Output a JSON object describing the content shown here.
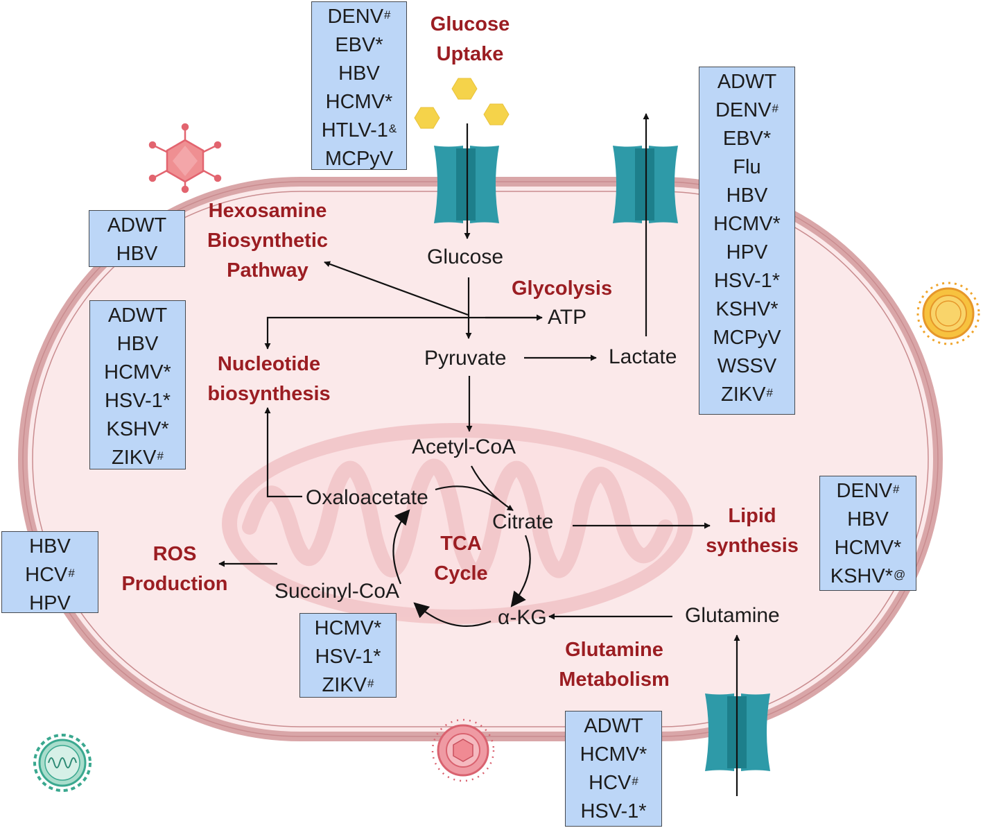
{
  "pathways": {
    "glucose_uptake": [
      "Glucose",
      "Uptake"
    ],
    "hexosamine": [
      "Hexosamine",
      "Biosynthetic",
      "Pathway"
    ],
    "glycolysis": "Glycolysis",
    "nucleotide": [
      "Nucleotide",
      "biosynthesis"
    ],
    "lipid": [
      "Lipid",
      "synthesis"
    ],
    "tca": [
      "TCA",
      "Cycle"
    ],
    "ros": [
      "ROS",
      "Production"
    ],
    "glutamine_met": [
      "Glutamine",
      "Metabolism"
    ]
  },
  "metabolites": {
    "glucose": "Glucose",
    "atp": "ATP",
    "pyruvate": "Pyruvate",
    "lactate": "Lactate",
    "acetyl_coa": "Acetyl-CoA",
    "oxaloacetate": "Oxaloacetate",
    "citrate": "Citrate",
    "succinyl_coa": "Succinyl-CoA",
    "akg": "α-KG",
    "glutamine": "Glutamine"
  },
  "virus_boxes": {
    "glucose_uptake": [
      {
        "name": "DENV",
        "mark": "#"
      },
      {
        "name": "EBV*",
        "mark": ""
      },
      {
        "name": "HBV",
        "mark": ""
      },
      {
        "name": "HCMV*",
        "mark": ""
      },
      {
        "name": "HTLV-1",
        "mark": "&"
      },
      {
        "name": "MCPyV",
        "mark": ""
      }
    ],
    "lactate": [
      {
        "name": "ADWT",
        "mark": ""
      },
      {
        "name": "DENV",
        "mark": "#"
      },
      {
        "name": "EBV*",
        "mark": ""
      },
      {
        "name": "Flu",
        "mark": ""
      },
      {
        "name": "HBV",
        "mark": ""
      },
      {
        "name": "HCMV*",
        "mark": ""
      },
      {
        "name": "HPV",
        "mark": ""
      },
      {
        "name": "HSV-1*",
        "mark": ""
      },
      {
        "name": "KSHV*",
        "mark": ""
      },
      {
        "name": "MCPyV",
        "mark": ""
      },
      {
        "name": "WSSV",
        "mark": ""
      },
      {
        "name": "ZIKV",
        "mark": "#"
      }
    ],
    "hexosamine": [
      {
        "name": "ADWT",
        "mark": ""
      },
      {
        "name": "HBV",
        "mark": ""
      }
    ],
    "nucleotide": [
      {
        "name": "ADWT",
        "mark": ""
      },
      {
        "name": "HBV",
        "mark": ""
      },
      {
        "name": "HCMV*",
        "mark": ""
      },
      {
        "name": "HSV-1*",
        "mark": ""
      },
      {
        "name": "KSHV*",
        "mark": ""
      },
      {
        "name": "ZIKV",
        "mark": "#"
      }
    ],
    "lipid": [
      {
        "name": "DENV",
        "mark": "#"
      },
      {
        "name": "HBV",
        "mark": ""
      },
      {
        "name": "HCMV*",
        "mark": ""
      },
      {
        "name": "KSHV*",
        "mark": "@"
      }
    ],
    "ros": [
      {
        "name": "HBV",
        "mark": ""
      },
      {
        "name": "HCV",
        "mark": "#"
      },
      {
        "name": "HPV",
        "mark": ""
      }
    ],
    "tca": [
      {
        "name": "HCMV*",
        "mark": ""
      },
      {
        "name": "HSV-1*",
        "mark": ""
      },
      {
        "name": "ZIKV",
        "mark": "#"
      }
    ],
    "glutamine": [
      {
        "name": "ADWT",
        "mark": ""
      },
      {
        "name": "HCMV*",
        "mark": ""
      },
      {
        "name": "HCV",
        "mark": "#"
      },
      {
        "name": "HSV-1*",
        "mark": ""
      }
    ]
  },
  "colors": {
    "pathway_text": "#9b1d22",
    "virus_box_fill": "#bcd6f7",
    "cell_fill": "#fbe9ea",
    "membrane": "#d7a4a6",
    "mitochondrion": "#f1c3c6",
    "transporter": "#2e9aa8",
    "glucose_hexagon": "#f5d34a"
  },
  "icons": [
    "adenovirus-icon",
    "coronavirus-icon",
    "herpesvirus-icon",
    "enveloped-virus-icon",
    "glucose-transporter-icon",
    "lactate-transporter-icon",
    "glutamine-transporter-icon",
    "glucose-molecule-icon",
    "mitochondrion-icon"
  ]
}
